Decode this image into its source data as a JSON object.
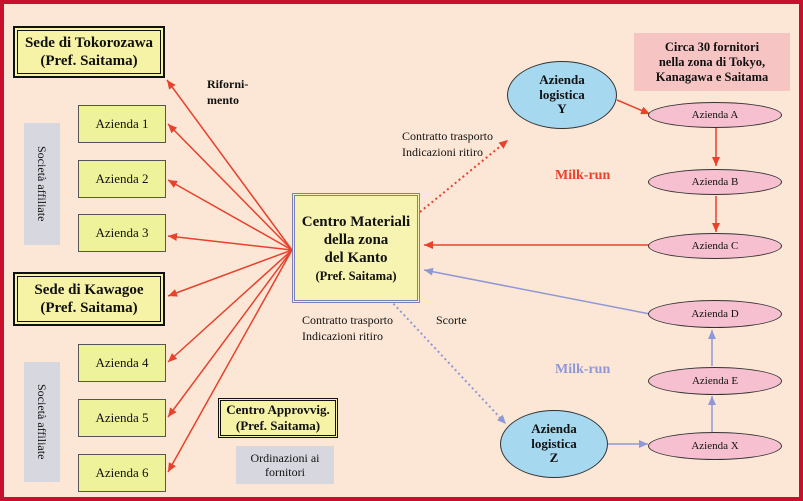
{
  "sedi": {
    "tokorozawa": "Sede di Tokorozawa\n(Pref. Saitama)",
    "kawagoe": "Sede di Kawagoe\n(Pref. Saitama)"
  },
  "aziende_affiliate": [
    "Azienda 1",
    "Azienda 2",
    "Azienda 3",
    "Azienda 4",
    "Azienda 5",
    "Azienda 6"
  ],
  "societa_affiliate_label": "Società affiliate",
  "rifornimento_label": "Riforni-\nmento",
  "centro_materiali": "Centro Materiali\ndella zona\ndel Kanto",
  "centro_materiali_pref": "(Pref. Saitama)",
  "centro_approvvig": "Centro Approvvig.\n(Pref. Saitama)",
  "ordinazioni": "Ordinazioni ai\nfornitori",
  "contratto_top": "Contratto trasporto\nIndicazioni ritiro",
  "contratto_bottom": "Contratto trasporto\nIndicazioni ritiro",
  "scorte": "Scorte",
  "fornitori_note": "Circa 30 fornitori\nnella zona di Tokyo,\nKanagawa e Saitama",
  "logistica_y": "Azienda\nlogistica\nY",
  "logistica_z": "Azienda\nlogistica\nZ",
  "fornitori": {
    "a": "Azienda A",
    "b": "Azienda B",
    "c": "Azienda C",
    "d": "Azienda D",
    "e": "Azienda E",
    "x": "Azienda X"
  },
  "milk_run_top": "Milk-run",
  "milk_run_bottom": "Milk-run",
  "colors": {
    "frame": "#c8102e",
    "background": "#fce7d6",
    "red_arrow": "#e8412c",
    "blue_arrow": "#8f97d6",
    "milk_red": "#e8412c",
    "milk_blue": "#8f97d6"
  }
}
